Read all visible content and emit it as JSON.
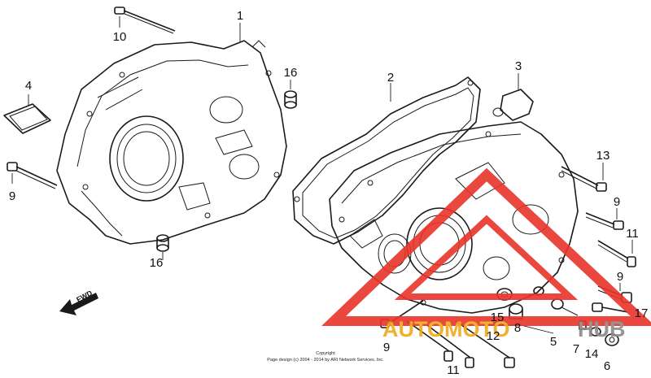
{
  "callouts": {
    "c1": "1",
    "c2": "2",
    "c3": "3",
    "c4": "4",
    "c5": "5",
    "c6": "6",
    "c7": "7",
    "c8": "8",
    "c9a": "9",
    "c9b": "9",
    "c9c": "9",
    "c9d": "9",
    "c10": "10",
    "c11a": "11",
    "c11b": "11",
    "c12": "12",
    "c13": "13",
    "c14": "14",
    "c15": "15",
    "c16a": "16",
    "c16b": "16",
    "c17": "17"
  },
  "fwd_label": "FWD",
  "copyright": {
    "line1": "Copyright",
    "line2": "Page design (c) 2004 - 2014 by ARI Network Services, Inc."
  },
  "watermark": {
    "word1": "AUTOMOTO",
    "word2": "HUB",
    "color_red": "#e8342a",
    "color_orange": "#f0a818",
    "color_gray": "#8a8a8a"
  }
}
